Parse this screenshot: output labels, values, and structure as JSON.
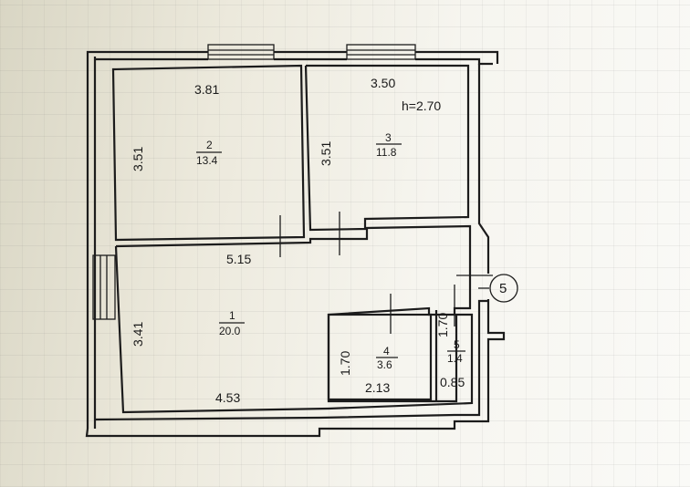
{
  "plan": {
    "height_label": "h=2.70",
    "section_marker": "5",
    "rooms": [
      {
        "number": "1",
        "area": "20.0"
      },
      {
        "number": "2",
        "area": "13.4"
      },
      {
        "number": "3",
        "area": "11.8"
      },
      {
        "number": "4",
        "area": "3.6"
      },
      {
        "number": "5",
        "area": "1.4"
      }
    ],
    "dimensions": {
      "room2_width": "3.81",
      "room2_height": "3.51",
      "room3_width": "3.50",
      "room3_height": "3.51",
      "room1_upper_width": "5.15",
      "room1_height": "3.41",
      "room1_lower_width": "4.53",
      "room4_height": "1.70",
      "room4_width": "2.13",
      "room5_height": "1.70",
      "room5_width": "0.85"
    }
  }
}
